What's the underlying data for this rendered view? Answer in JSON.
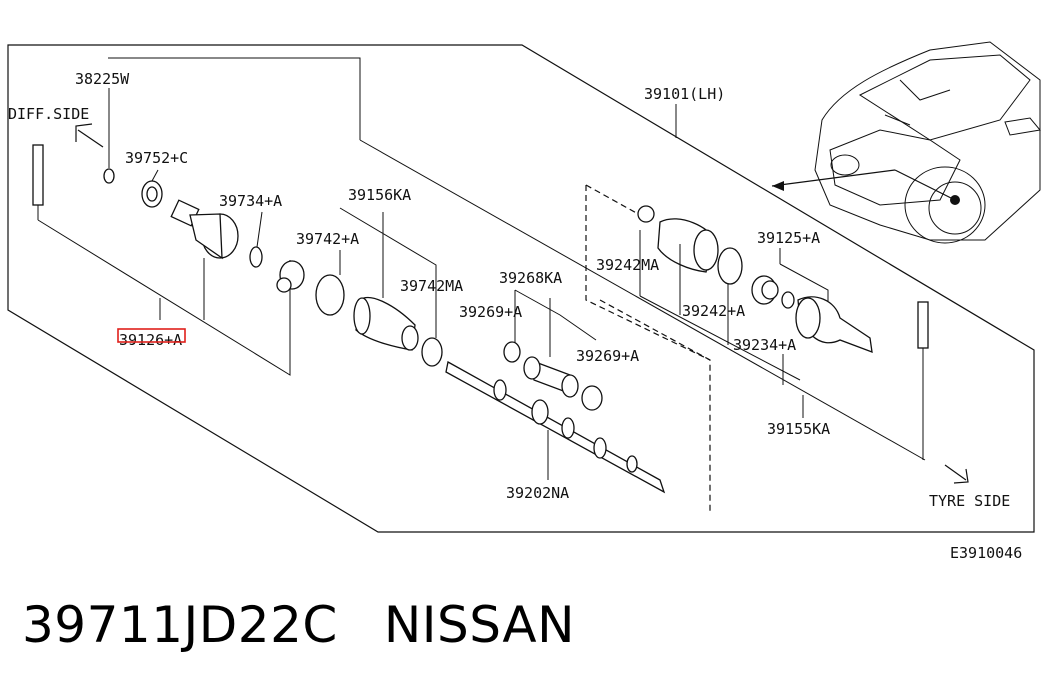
{
  "diagram": {
    "labels": {
      "p38225w": "38225W",
      "diff_side": "DIFF.SIDE",
      "p39752c": "39752+C",
      "p39734a": "39734+A",
      "p39126a": "39126+A",
      "p39742a": "39742+A",
      "p39156ka": "39156KA",
      "p39742ma": "39742MA",
      "p39268ka": "39268KA",
      "p39269a_left": "39269+A",
      "p39269a_right": "39269+A",
      "p39202na": "39202NA",
      "p39101lh": "39101(LH)",
      "p39242ma": "39242MA",
      "p39242a": "39242+A",
      "p39125a": "39125+A",
      "p39234a": "39234+A",
      "p39155ka": "39155KA",
      "tyre_side": "TYRE SIDE",
      "figure_code": "E3910046"
    },
    "highlight_color": "#e0201b"
  },
  "caption": {
    "part_number": "39711JD22C",
    "brand": "NISSAN"
  }
}
